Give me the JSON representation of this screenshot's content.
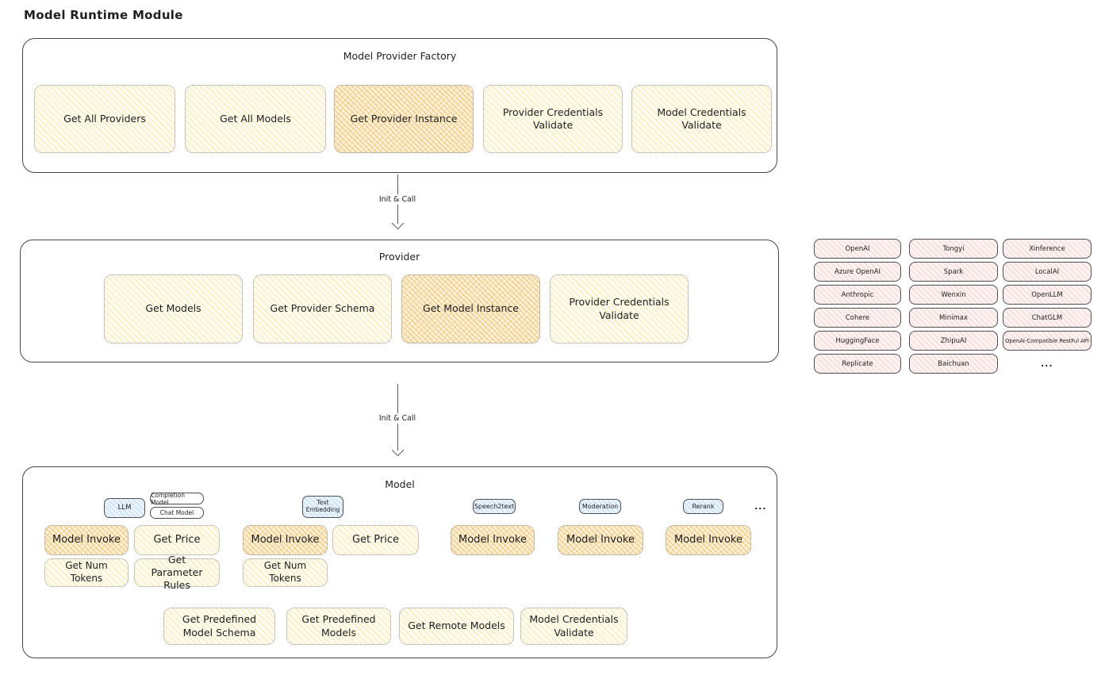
{
  "page_title": "Model Runtime Module",
  "colors": {
    "yellow_fill": "#fefbef",
    "yellow_hatch": "#f0d782",
    "orange_fill": "#fcf1da",
    "orange_hatch": "#ecaa3c",
    "pink_fill": "#fdf3f2",
    "pink_hatch": "#eb988e",
    "blue_fill": "#ebf4fc",
    "blue_hatch": "#8cc4ec",
    "stroke": "#43464b"
  },
  "factory": {
    "title": "Model Provider Factory",
    "items": [
      {
        "label": "Get All Providers",
        "highlight": false
      },
      {
        "label": "Get All Models",
        "highlight": false
      },
      {
        "label": "Get Provider Instance",
        "highlight": true
      },
      {
        "label": "Provider Credentials Validate",
        "highlight": false
      },
      {
        "label": "Model Credentials Validate",
        "highlight": false
      }
    ]
  },
  "arrow1": {
    "label": "Init & Call"
  },
  "arrow2": {
    "label": "Init & Call"
  },
  "provider": {
    "title": "Provider",
    "items": [
      {
        "label": "Get Models",
        "highlight": false
      },
      {
        "label": "Get Provider Schema",
        "highlight": false
      },
      {
        "label": "Get Model Instance",
        "highlight": true
      },
      {
        "label": "Provider Credentials Validate",
        "highlight": false
      }
    ]
  },
  "provider_list": {
    "items": [
      "OpenAI",
      "Tongyi",
      "Xinference",
      "Azure OpenAI",
      "Spark",
      "LocalAI",
      "Anthropic",
      "Wenxin",
      "OpenLLM",
      "Cohere",
      "Minimax",
      "ChatGLM",
      "HuggingFace",
      "ZhipuAI",
      "OpenAI-Compatible RestFul API",
      "Replicate",
      "Baichuan"
    ],
    "more": "..."
  },
  "model": {
    "title": "Model",
    "tabs": {
      "llm": "LLM",
      "completion_model": "Completion Model",
      "chat_model": "Chat Model",
      "text_embedding": "Text Embedding",
      "speech2text": "Speech2text",
      "moderation": "Moderation",
      "rerank": "Rerank",
      "more": "..."
    },
    "actions": {
      "llm": [
        "Model Invoke",
        "Get Price",
        "Get Num Tokens",
        "Get Parameter Rules"
      ],
      "text_embedding": [
        "Model Invoke",
        "Get Price",
        "Get Num Tokens"
      ],
      "speech2text": [
        "Model Invoke"
      ],
      "moderation": [
        "Model Invoke"
      ],
      "rerank": [
        "Model Invoke"
      ]
    },
    "common": [
      "Get Predefined Model Schema",
      "Get Predefined Models",
      "Get Remote Models",
      "Model Credentials Validate"
    ]
  }
}
